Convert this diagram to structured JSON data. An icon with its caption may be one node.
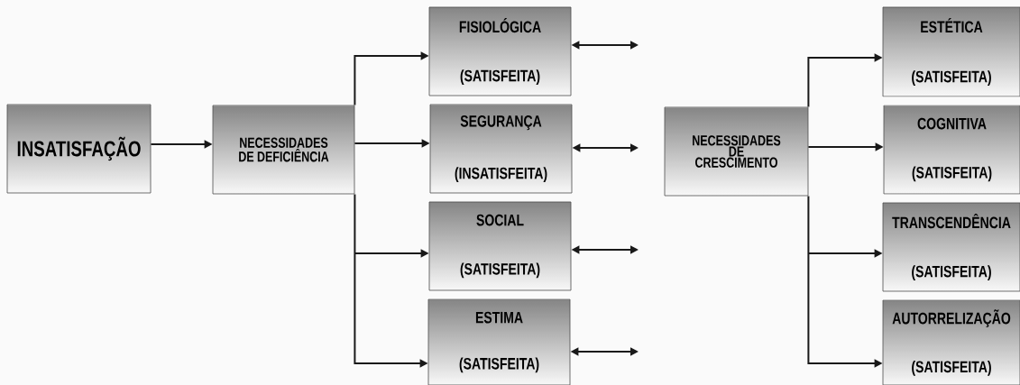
{
  "diagram": {
    "nodes": [
      {
        "text": [
          "INSATISFAÇÃO"
        ]
      },
      {
        "text": [
          "NECESSIDADES DE DEFICIÊNCIA"
        ]
      },
      {
        "text": [
          "FISIOLÓGICA",
          "(SATISFEITA)"
        ]
      },
      {
        "text": [
          "SEGURANÇA",
          "(INSATISFEITA)"
        ]
      },
      {
        "text": [
          "SOCIAL",
          "(SATISFEITA)"
        ]
      },
      {
        "text": [
          "ESTIMA",
          "(SATISFEITA)"
        ]
      },
      {
        "text": [
          "NECESSIDADES DE CRESCIMENTO"
        ]
      },
      {
        "text": [
          "ESTÉTICA",
          "(SATISFEITA)"
        ]
      },
      {
        "text": [
          "COGNITIVA",
          "(SATISFEITA)"
        ]
      },
      {
        "text": [
          "TRANSCENDÊNCIA",
          "(SATISFEITA)"
        ]
      },
      {
        "text": [
          "AUTORRELIZAÇÃO",
          "(SATISFEITA)"
        ]
      }
    ],
    "edges": [
      {
        "from": 0,
        "to": 1,
        "arrow": "to"
      },
      {
        "from": 1,
        "to": 2,
        "arrow": "to"
      },
      {
        "from": 1,
        "to": 3,
        "arrow": "to"
      },
      {
        "from": 1,
        "to": 4,
        "arrow": "to"
      },
      {
        "from": 1,
        "to": 5,
        "arrow": "to"
      },
      {
        "from": 2,
        "to": null,
        "arrow": "both"
      },
      {
        "from": 3,
        "to": null,
        "arrow": "both"
      },
      {
        "from": 4,
        "to": null,
        "arrow": "both"
      },
      {
        "from": 5,
        "to": null,
        "arrow": "both"
      },
      {
        "from": 6,
        "to": 7,
        "arrow": "to"
      },
      {
        "from": 6,
        "to": 8,
        "arrow": "to"
      },
      {
        "from": 6,
        "to": 9,
        "arrow": "to"
      },
      {
        "from": 6,
        "to": 10,
        "arrow": "to"
      }
    ]
  }
}
